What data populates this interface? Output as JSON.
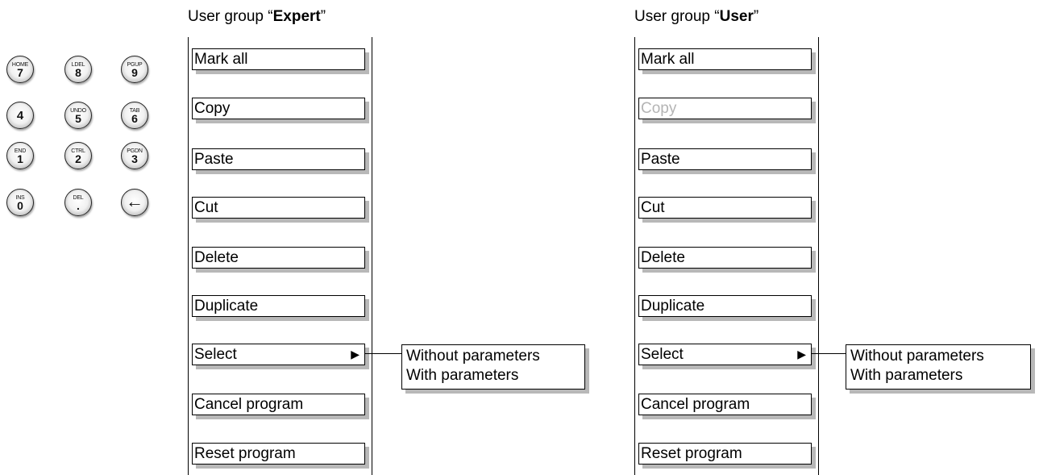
{
  "keypad": [
    {
      "top": "HOME",
      "main": "7"
    },
    {
      "top": "LDEL",
      "main": "8"
    },
    {
      "top": "PGUP",
      "main": "9"
    },
    {
      "top": "",
      "main": "4"
    },
    {
      "top": "UNDO",
      "main": "5"
    },
    {
      "top": "TAB",
      "main": "6"
    },
    {
      "top": "END",
      "main": "1"
    },
    {
      "top": "CTRL",
      "main": "2"
    },
    {
      "top": "PGDN",
      "main": "3"
    },
    {
      "top": "INS",
      "main": "0"
    },
    {
      "top": "DEL",
      "main": "."
    },
    {
      "top": "",
      "main": "←"
    }
  ],
  "groups": [
    {
      "heading_prefix": "User group “",
      "heading_name": "Expert",
      "heading_suffix": "”",
      "items": [
        {
          "label": "Mark all",
          "enabled": true
        },
        {
          "label": "Copy",
          "enabled": true
        },
        {
          "label": "Paste",
          "enabled": true
        },
        {
          "label": "Cut",
          "enabled": true
        },
        {
          "label": "Delete",
          "enabled": true
        },
        {
          "label": "Duplicate",
          "enabled": true
        },
        {
          "label": "Select",
          "enabled": true,
          "submenu_arrow": "▶"
        },
        {
          "label": "Cancel program",
          "enabled": true
        },
        {
          "label": "Reset program",
          "enabled": true
        }
      ],
      "submenu": [
        "Without parameters",
        "With parameters"
      ]
    },
    {
      "heading_prefix": "User group “",
      "heading_name": "User",
      "heading_suffix": "”",
      "items": [
        {
          "label": "Mark all",
          "enabled": true
        },
        {
          "label": "Copy",
          "enabled": false
        },
        {
          "label": "Paste",
          "enabled": true
        },
        {
          "label": "Cut",
          "enabled": true
        },
        {
          "label": "Delete",
          "enabled": true
        },
        {
          "label": "Duplicate",
          "enabled": true
        },
        {
          "label": "Select",
          "enabled": true,
          "submenu_arrow": "▶"
        },
        {
          "label": "Cancel program",
          "enabled": true
        },
        {
          "label": "Reset program",
          "enabled": true
        }
      ],
      "submenu": [
        "Without parameters",
        "With parameters"
      ]
    }
  ]
}
